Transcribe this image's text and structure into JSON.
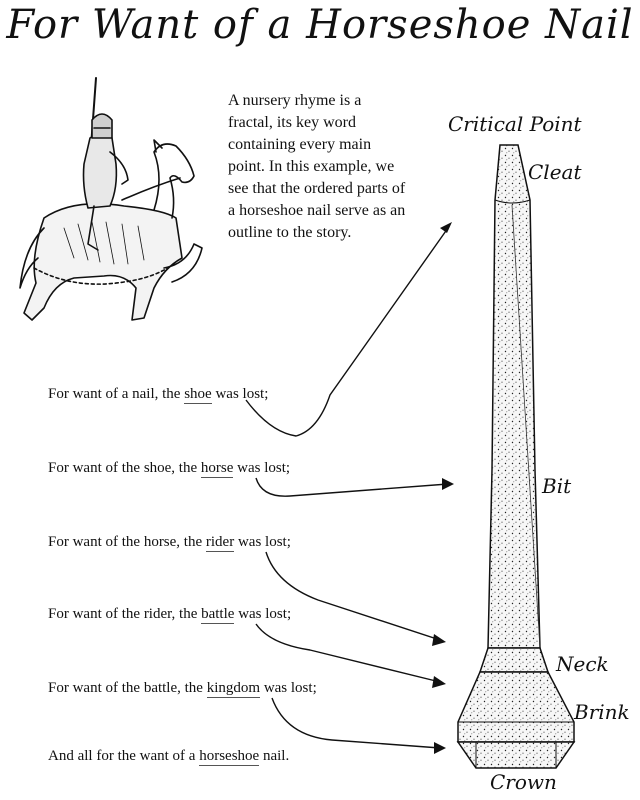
{
  "title": "For Want of a Horseshoe Nail",
  "intro": "A nursery rhyme is a fractal, its key word containing every main point. In this example, we see that the ordered parts of a horseshoe nail serve as an outline to the story.",
  "rhyme": [
    {
      "pre": "For want of a nail, the ",
      "key": "shoe",
      "post": " was lost;"
    },
    {
      "pre": "For want of the shoe, the ",
      "key": "horse",
      "post": " was lost;"
    },
    {
      "pre": "For want of the horse, the ",
      "key": "rider",
      "post": " was lost;"
    },
    {
      "pre": "For want of the rider, the ",
      "key": "battle",
      "post": " was lost;"
    },
    {
      "pre": "For want of the battle, the ",
      "key": "kingdom",
      "post": " was lost;"
    },
    {
      "pre": "And all for the want of a ",
      "key": "horseshoe",
      "post": " nail."
    }
  ],
  "nail_parts": {
    "critical_point": "Critical Point",
    "cleat": "Cleat",
    "bit": "Bit",
    "neck": "Neck",
    "brink": "Brink",
    "crown": "Crown"
  },
  "illustration": "knight-on-horse-icon"
}
